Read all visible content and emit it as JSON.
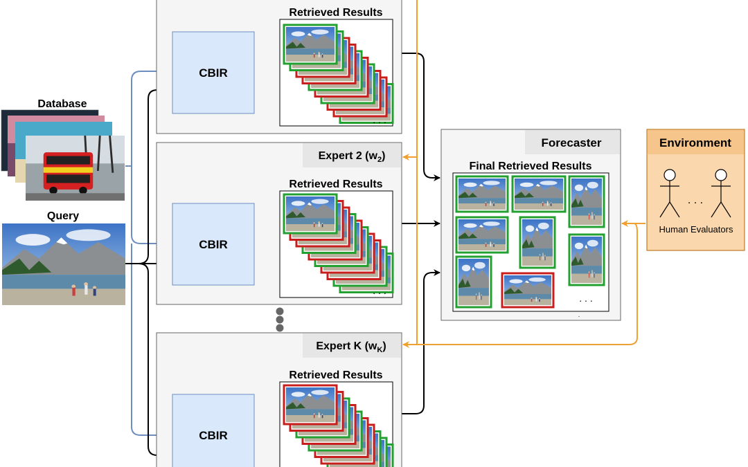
{
  "database": {
    "label": "Database"
  },
  "query": {
    "label": "Query"
  },
  "experts": [
    {
      "title": "",
      "sub": "",
      "cbir_label": "CBIR",
      "results_label": "Retrieved Results",
      "ellipsis": ". . ."
    },
    {
      "title": "Expert 2 (w",
      "sub": "2",
      "cbir_label": "CBIR",
      "results_label": "Retrieved Results",
      "ellipsis": ". . ."
    },
    {
      "title": "Expert K (w",
      "sub": "K",
      "cbir_label": "CBIR",
      "results_label": "Retrieved Results",
      "ellipsis": ""
    }
  ],
  "forecaster": {
    "title": "Forecaster",
    "results_label": "Final Retrieved Results",
    "ellipsis": ". . .",
    "dot": "."
  },
  "environment": {
    "title": "Environment",
    "evaluators_label": "Human Evaluators",
    "ellipsis": ". . ."
  },
  "colors": {
    "cbir_fill": "#dae8fc",
    "cbir_stroke": "#6c8ebf",
    "expert_fill": "#f5f5f5",
    "expert_stroke": "#666666",
    "header_fill": "#e6e6e6",
    "environment_fill": "#fad7ac",
    "environment_stroke": "#b46504",
    "feedback_arrow": "#f0a030",
    "query_arrow": "#6c8ebf",
    "relevant": "#22a030",
    "irrelevant": "#c81e1e"
  }
}
